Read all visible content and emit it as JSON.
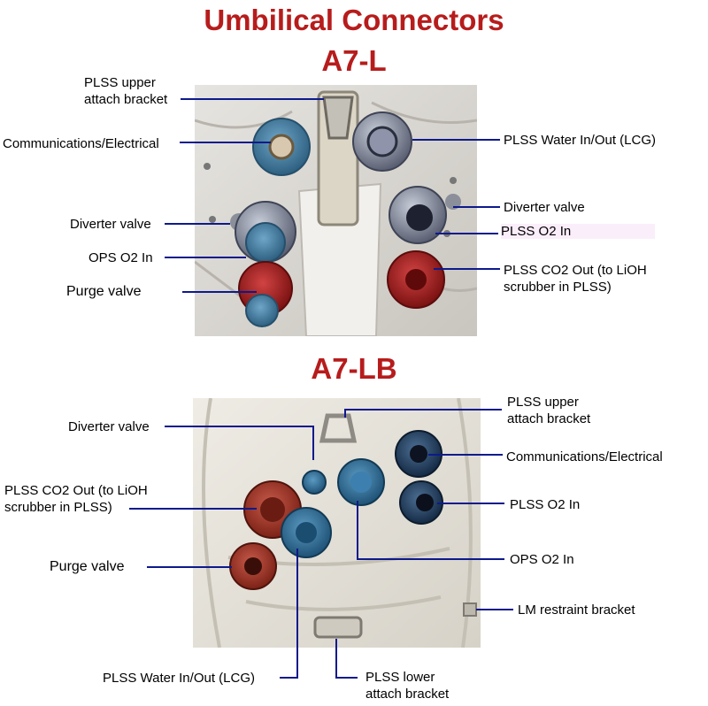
{
  "title": "Umbilical Connectors",
  "a7l": {
    "heading": "A7-L",
    "labels": {
      "upper_bracket": "PLSS upper\nattach bracket",
      "comms": "Communications/Electrical",
      "water": "PLSS Water In/Out (LCG)",
      "diverter_left": "Diverter valve",
      "diverter_right": "Diverter valve",
      "ops_o2": "OPS O2 In",
      "plss_o2": "PLSS O2 In",
      "purge": "Purge valve",
      "co2": "PLSS CO2 Out (to LiOH\nscrubber in PLSS)"
    }
  },
  "a7lb": {
    "heading": "A7-LB",
    "labels": {
      "diverter": "Diverter valve",
      "upper_bracket": "PLSS upper\nattach bracket",
      "comms": "Communications/Electrical",
      "co2": "PLSS CO2 Out (to LiOH\nscrubber in PLSS)",
      "plss_o2": "PLSS O2 In",
      "ops_o2": "OPS O2 In",
      "purge": "Purge valve",
      "lm_restraint": "LM restraint bracket",
      "water": "PLSS Water In/Out (LCG)",
      "lower_bracket": "PLSS lower\nattach bracket"
    }
  },
  "colors": {
    "title": "#b71c1c",
    "leader_line": "#0d1a8c",
    "suit_fabric": "#e9e6df",
    "connector_blue": "#3b7ca6",
    "connector_red": "#9b1e1e"
  }
}
